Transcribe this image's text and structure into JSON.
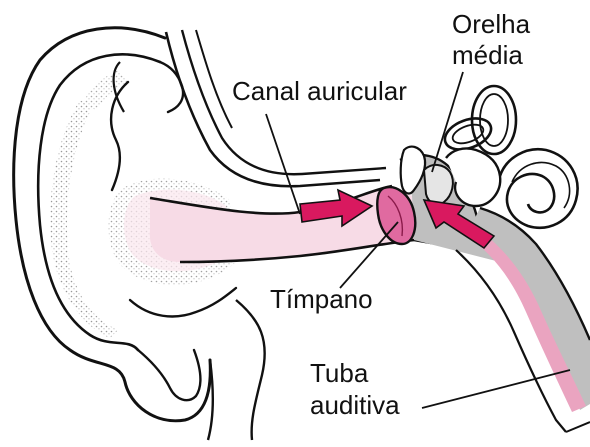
{
  "labels": {
    "middle_ear_line1": "Orelha",
    "middle_ear_line2": "média",
    "ear_canal": "Canal auricular",
    "eardrum": "Tímpano",
    "auditory_tube_line1": "Tuba",
    "auditory_tube_line2": "auditiva"
  },
  "colors": {
    "outline": "#111111",
    "canal_fill": "#f7dbe6",
    "arrow": "#d9195f",
    "eardrum": "#e06aa0",
    "middle_ear_gray": "#bfbfbf",
    "tube_pink": "#eaa4c0",
    "stipple": "#555555"
  }
}
